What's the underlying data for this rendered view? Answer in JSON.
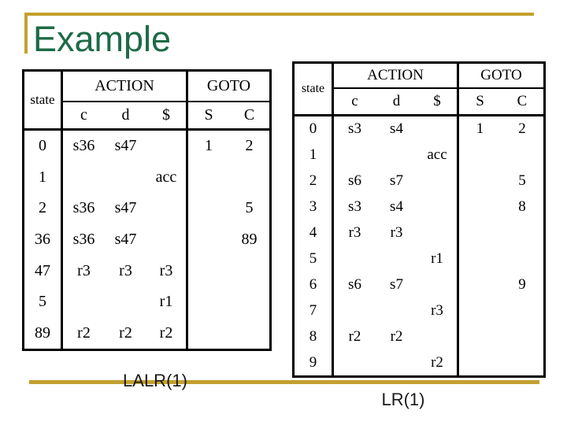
{
  "slide": {
    "title": "Example",
    "colors": {
      "title_green": "#1e6b47",
      "gold_rule": "#c3a02f",
      "table_line": "#000000",
      "background": "#ffffff"
    }
  },
  "tables": {
    "lalr": {
      "caption": "LALR(1)",
      "headers": {
        "state": "state",
        "action": "ACTION",
        "goto": "GOTO",
        "c": "c",
        "d": "d",
        "dollar": "$",
        "S": "S",
        "C": "C"
      },
      "rows": [
        [
          "0",
          "s36",
          "s47",
          "",
          "1",
          "2"
        ],
        [
          "1",
          "",
          "",
          "acc",
          "",
          ""
        ],
        [
          "2",
          "s36",
          "s47",
          "",
          "",
          "5"
        ],
        [
          "36",
          "s36",
          "s47",
          "",
          "",
          "89"
        ],
        [
          "47",
          "r3",
          "r3",
          "r3",
          "",
          ""
        ],
        [
          "5",
          "",
          "",
          "r1",
          "",
          ""
        ],
        [
          "89",
          "r2",
          "r2",
          "r2",
          "",
          ""
        ]
      ]
    },
    "lr": {
      "caption": "LR(1)",
      "headers": {
        "state": "state",
        "action": "ACTION",
        "goto": "GOTO",
        "c": "c",
        "d": "d",
        "dollar": "$",
        "S": "S",
        "C": "C"
      },
      "rows": [
        [
          "0",
          "s3",
          "s4",
          "",
          "1",
          "2"
        ],
        [
          "1",
          "",
          "",
          "acc",
          "",
          ""
        ],
        [
          "2",
          "s6",
          "s7",
          "",
          "",
          "5"
        ],
        [
          "3",
          "s3",
          "s4",
          "",
          "",
          "8"
        ],
        [
          "4",
          "r3",
          "r3",
          "",
          "",
          ""
        ],
        [
          "5",
          "",
          "",
          "r1",
          "",
          ""
        ],
        [
          "6",
          "s6",
          "s7",
          "",
          "",
          "9"
        ],
        [
          "7",
          "",
          "",
          "r3",
          "",
          ""
        ],
        [
          "8",
          "r2",
          "r2",
          "",
          "",
          ""
        ],
        [
          "9",
          "",
          "",
          "r2",
          "",
          ""
        ]
      ]
    }
  }
}
